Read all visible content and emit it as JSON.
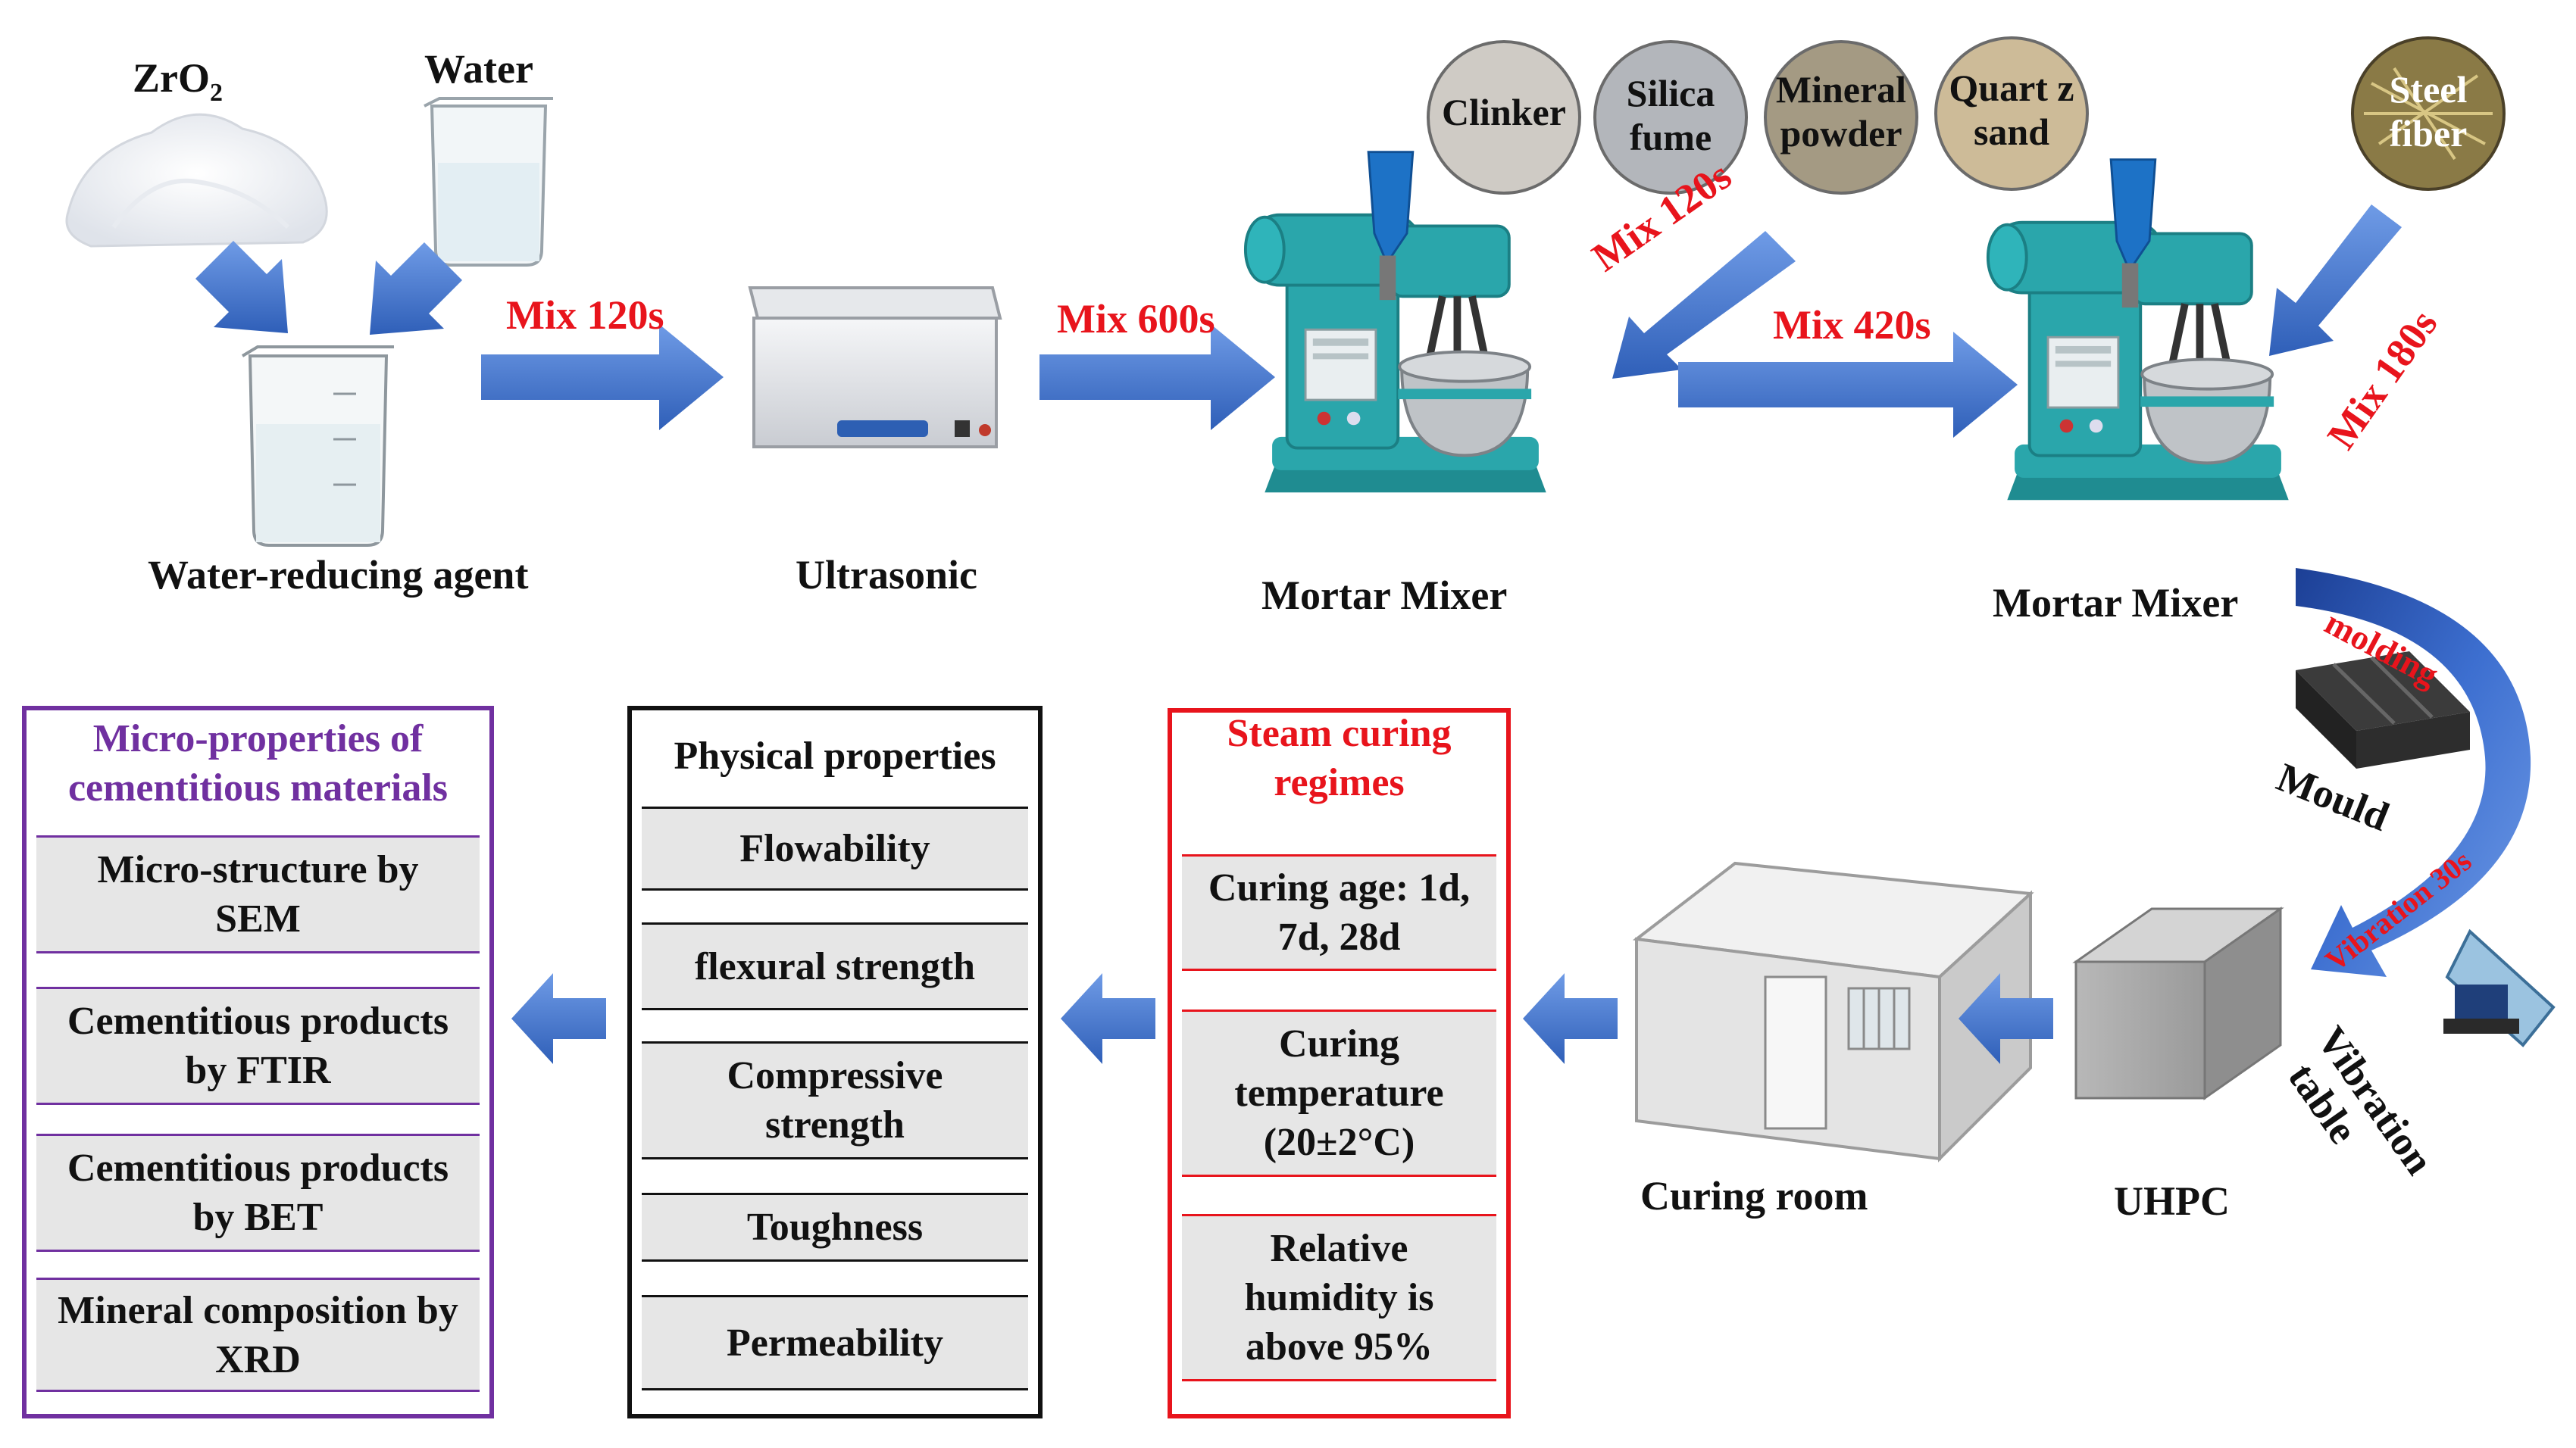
{
  "colors": {
    "arrow_blue": "#4f7fd4",
    "label_red": "#e8141c",
    "purple": "#7030a0",
    "black": "#111111",
    "red_border": "#e8141c",
    "cell_fill": "#e6e6e6",
    "mixer_teal": "#2aa6ab"
  },
  "inputs": {
    "zro2": "ZrO2",
    "water": "Water",
    "water_reducing_agent": "Water-reducing agent",
    "ultrasonic": "Ultrasonic",
    "mortar_mixer_1": "Mortar Mixer",
    "mortar_mixer_2": "Mortar Mixer",
    "clinker": "Clinker",
    "silica_fume": "Silica fume",
    "mineral_powder": "Mineral powder",
    "quartz_sand": "Quart z sand",
    "steel_fiber": "Steel fiber"
  },
  "steps": {
    "mix_120s_a": "Mix 120s",
    "mix_600s": "Mix 600s",
    "mix_120s_b": "Mix 120s",
    "mix_420s": "Mix 420s",
    "mix_180s": "Mix 180s",
    "molding": "molding",
    "vibration_30s": "Vibration 30s"
  },
  "equipment": {
    "mould": "Mould",
    "vibration_table": "Vibration table",
    "uhpc": "UHPC",
    "curing_room": "Curing room"
  },
  "steam_curing": {
    "title": "Steam curing regimes",
    "items": [
      "Curing age: 1d, 7d, 28d",
      "Curing temperature (20±2°C)",
      "Relative humidity is above 95%"
    ]
  },
  "physical": {
    "title": "Physical properties",
    "items": [
      "Flowability",
      "flexural strength",
      "Compressive strength",
      "Toughness",
      "Permeability"
    ]
  },
  "micro": {
    "title": "Micro-properties of cementitious materials",
    "items": [
      "Micro-structure by SEM",
      "Cementitious products by FTIR",
      "Cementitious products by BET",
      "Mineral composition by XRD"
    ]
  }
}
